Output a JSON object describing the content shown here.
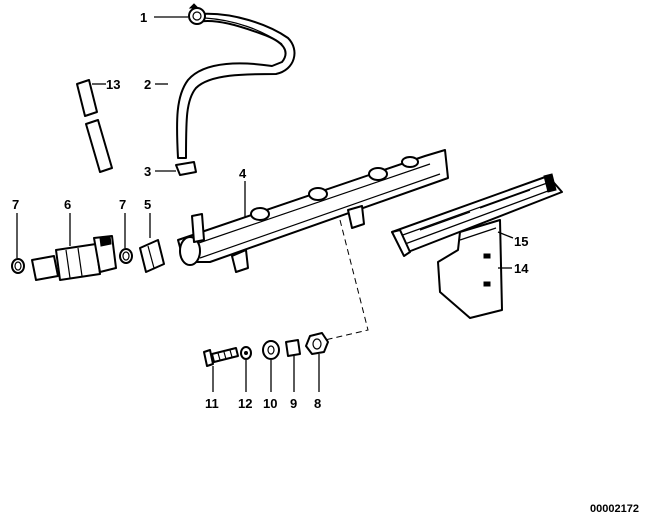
{
  "diagram": {
    "callouts": {
      "c1": "1",
      "c2": "2",
      "c3": "3",
      "c4": "4",
      "c5": "5",
      "c6": "6",
      "c7a": "7",
      "c7b": "7",
      "c8": "8",
      "c9": "9",
      "c10": "10",
      "c11": "11",
      "c12": "12",
      "c13": "13",
      "c14": "14",
      "c15": "15"
    },
    "reference_number": "00002172"
  }
}
